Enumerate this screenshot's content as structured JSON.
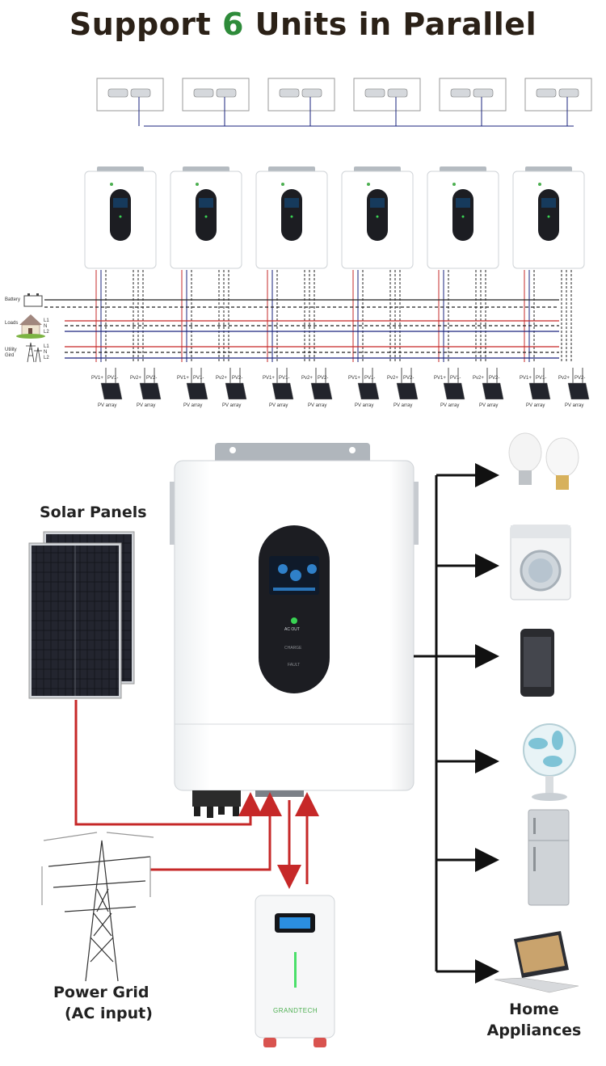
{
  "title": {
    "prefix": "Support ",
    "count": "6",
    "suffix": " Units in Parallel"
  },
  "brand": "GRANDTECH",
  "parallel": {
    "units": 6,
    "left_labels": [
      "Battery",
      "Loads",
      "Utility Gird"
    ],
    "wire_labels": [
      "L1",
      "N",
      "L2",
      "L1",
      "N",
      "L2"
    ],
    "pv_labels": [
      "PV1+",
      "PV1-",
      "Pv2+",
      "PV2-"
    ],
    "pv_array_label": "PV array"
  },
  "main": {
    "solar_panels_label": "Solar Panels",
    "power_grid_label": "Power Grid",
    "ac_input_label": "(AC input)",
    "home_appliances_label": "Home Appliances",
    "status": {
      "ac_out": "AC OUT",
      "charge": "CHARGE",
      "fault": "FAULT"
    },
    "appliances": [
      "light-bulbs",
      "washing-machine",
      "smartphone",
      "desk-fan",
      "refrigerator",
      "laptop"
    ]
  },
  "colors": {
    "title_accent": "#2e8b3a",
    "arrow_red": "#c62828",
    "ac_wire_red": "#d32f2f",
    "wire_blue": "#1a237e",
    "led_green": "#39d353"
  }
}
